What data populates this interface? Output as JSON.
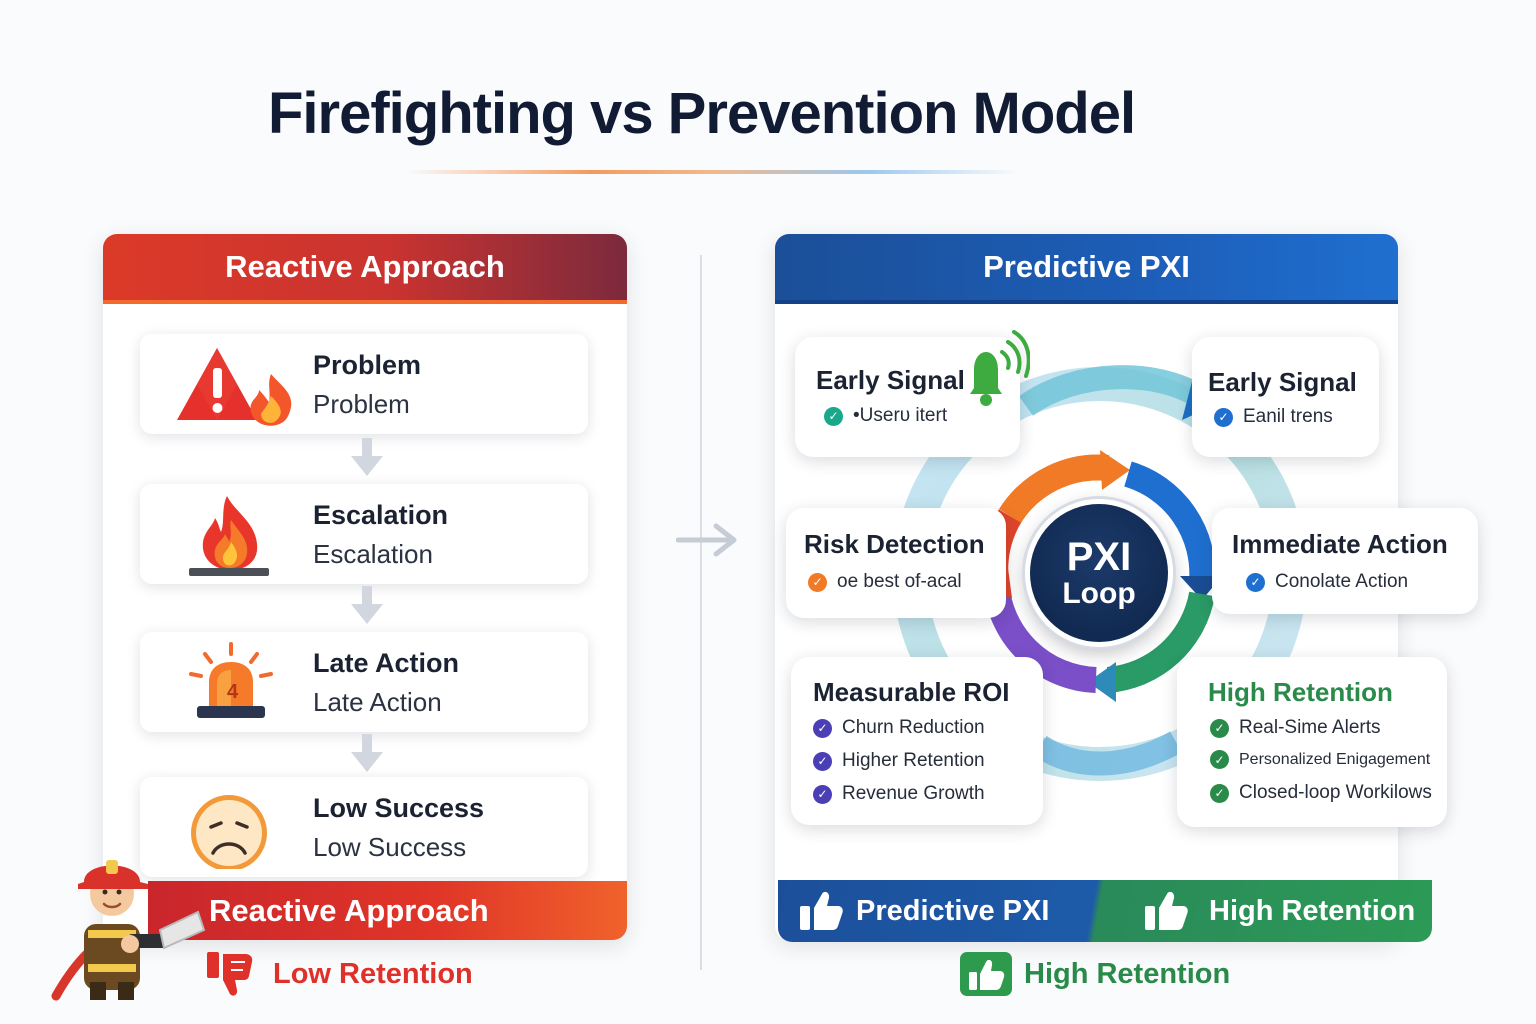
{
  "title": "Firefighting vs Prevention Model",
  "reactive": {
    "header": "Reactive Approach",
    "steps": [
      {
        "title": "Problem",
        "subtitle": "Problem",
        "icon": "warning-fire-icon"
      },
      {
        "title": "Escalation",
        "subtitle": "Escalation",
        "icon": "flame-icon"
      },
      {
        "title": "Late Action",
        "subtitle": "Late Action",
        "icon": "alarm-siren-icon"
      },
      {
        "title": "Low Success",
        "subtitle": "Low Success",
        "icon": "sad-face-icon"
      }
    ],
    "footer": "Reactive Approach",
    "outcome": "Low Retention"
  },
  "predictive": {
    "header": "Predictive PXI",
    "core": {
      "line1": "PXI",
      "line2": "Loop"
    },
    "nodes": {
      "early_signal_left": {
        "title": "Early Signal",
        "item": "•Userυ itert"
      },
      "early_signal_right": {
        "title": "Early Signal",
        "item": "Eanil trens"
      },
      "risk_detection": {
        "title": "Risk Detection",
        "item": "oe best of-acal"
      },
      "immediate_action": {
        "title": "Immediate Action",
        "item": "Conolate Action"
      },
      "measurable_roi": {
        "title": "Measurable ROI",
        "items": [
          "Churn Reduction",
          "Higher Retention",
          "Revenue Growth"
        ]
      },
      "high_retention": {
        "title": "High Retention",
        "items": [
          "Real-Sime Alerts",
          "Personalized Enigagement",
          "Closed-loop Workilows"
        ]
      }
    },
    "footer_left": "Predictive PXI",
    "footer_right": "High Retention",
    "outcome": "High Retention"
  },
  "colors": {
    "reactive_red": "#dc3a28",
    "predictive_blue": "#1d5eb8",
    "retention_green": "#2a8a4a",
    "navy": "#112a52"
  }
}
